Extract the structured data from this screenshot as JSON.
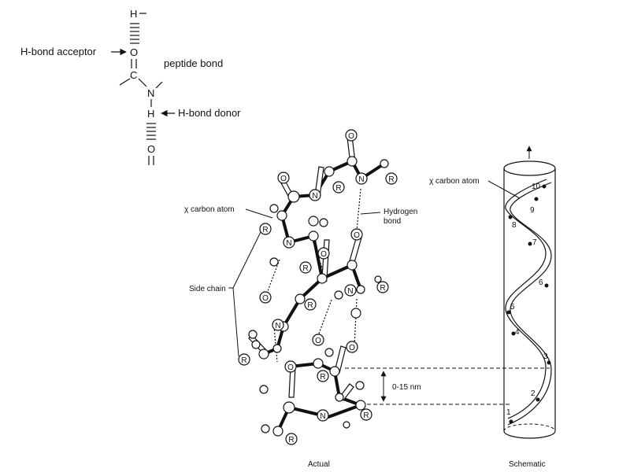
{
  "peptide": {
    "atoms": {
      "h_top": "H",
      "o_top": "O",
      "c": "C",
      "n": "N",
      "h_bottom": "H",
      "o_bottom": "O"
    },
    "acceptor_label": "H-bond acceptor",
    "peptide_bond_label": "peptide bond",
    "donor_label": "H-bond donor"
  },
  "helix_labels": {
    "chi_carbon": "χ carbon atom",
    "hydrogen_bond_line1": "Hydrogen",
    "hydrogen_bond_line2": "bond",
    "side_chain": "Side chain",
    "pitch": "0-15 nm",
    "actual": "Actual"
  },
  "schematic": {
    "chi_carbon": "χ carbon atom",
    "caption": "Schematic",
    "residue_numbers": [
      "1",
      "2",
      "3",
      "4",
      "5",
      "6",
      "7",
      "8",
      "9",
      "10"
    ]
  },
  "atom_letters": {
    "oxygen": "O",
    "nitrogen": "N",
    "side_chain": "R"
  }
}
